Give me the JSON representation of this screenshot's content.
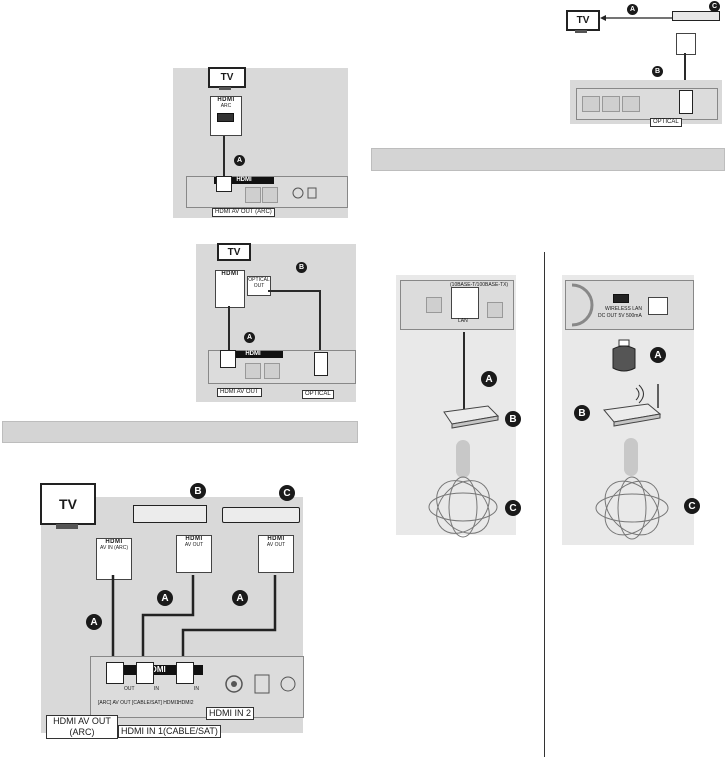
{
  "diagram1": {
    "tv": "TV",
    "badge_a": "A",
    "label": "HDMI AV OUT (ARC)",
    "hdmi_logo": "HDMI",
    "port_text": "ARC"
  },
  "diagram2": {
    "tv": "TV",
    "badge_a": "A",
    "badge_b": "B",
    "label_hdmi": "HDMI AV OUT",
    "label_optical": "OPTICAL",
    "optical_port": "OPTICAL OUT",
    "hdmi_logo": "HDMI"
  },
  "diagram3": {
    "tv": "TV",
    "badge_a": "A",
    "badge_b": "B",
    "badge_c": "C",
    "label_optical": "OPTICAL"
  },
  "diagram4": {
    "tv": "TV",
    "badge_a1": "A",
    "badge_a2": "A",
    "badge_a3": "A",
    "badge_b": "B",
    "badge_c": "C",
    "tv_port": "AV IN (ARC)",
    "b_port": "AV OUT",
    "c_port": "AV OUT",
    "hdmi_logo": "HDMI",
    "rear_out": "OUT",
    "rear_in1": "IN",
    "rear_in2": "IN",
    "rear_arc": "[ARC] AV OUT",
    "rear_hdmi1": "[CABLE/SAT] HDMI1",
    "rear_hdmi2": "HDMI2",
    "label_av_out": "HDMI AV OUT (ARC)",
    "label_in1": "HDMI IN 1(CABLE/SAT)",
    "label_in2": "HDMI IN 2"
  },
  "network_wired": {
    "badge_a": "A",
    "badge_b": "B",
    "badge_c": "C",
    "lan_port": "LAN",
    "lan_spec": "(10BASE-T/100BASE-TX)"
  },
  "network_wireless": {
    "badge_a": "A",
    "badge_b": "B",
    "badge_c": "C",
    "port_spec1": "WIRELESS LAN",
    "port_spec2": "DC OUT 5V 500mA"
  }
}
